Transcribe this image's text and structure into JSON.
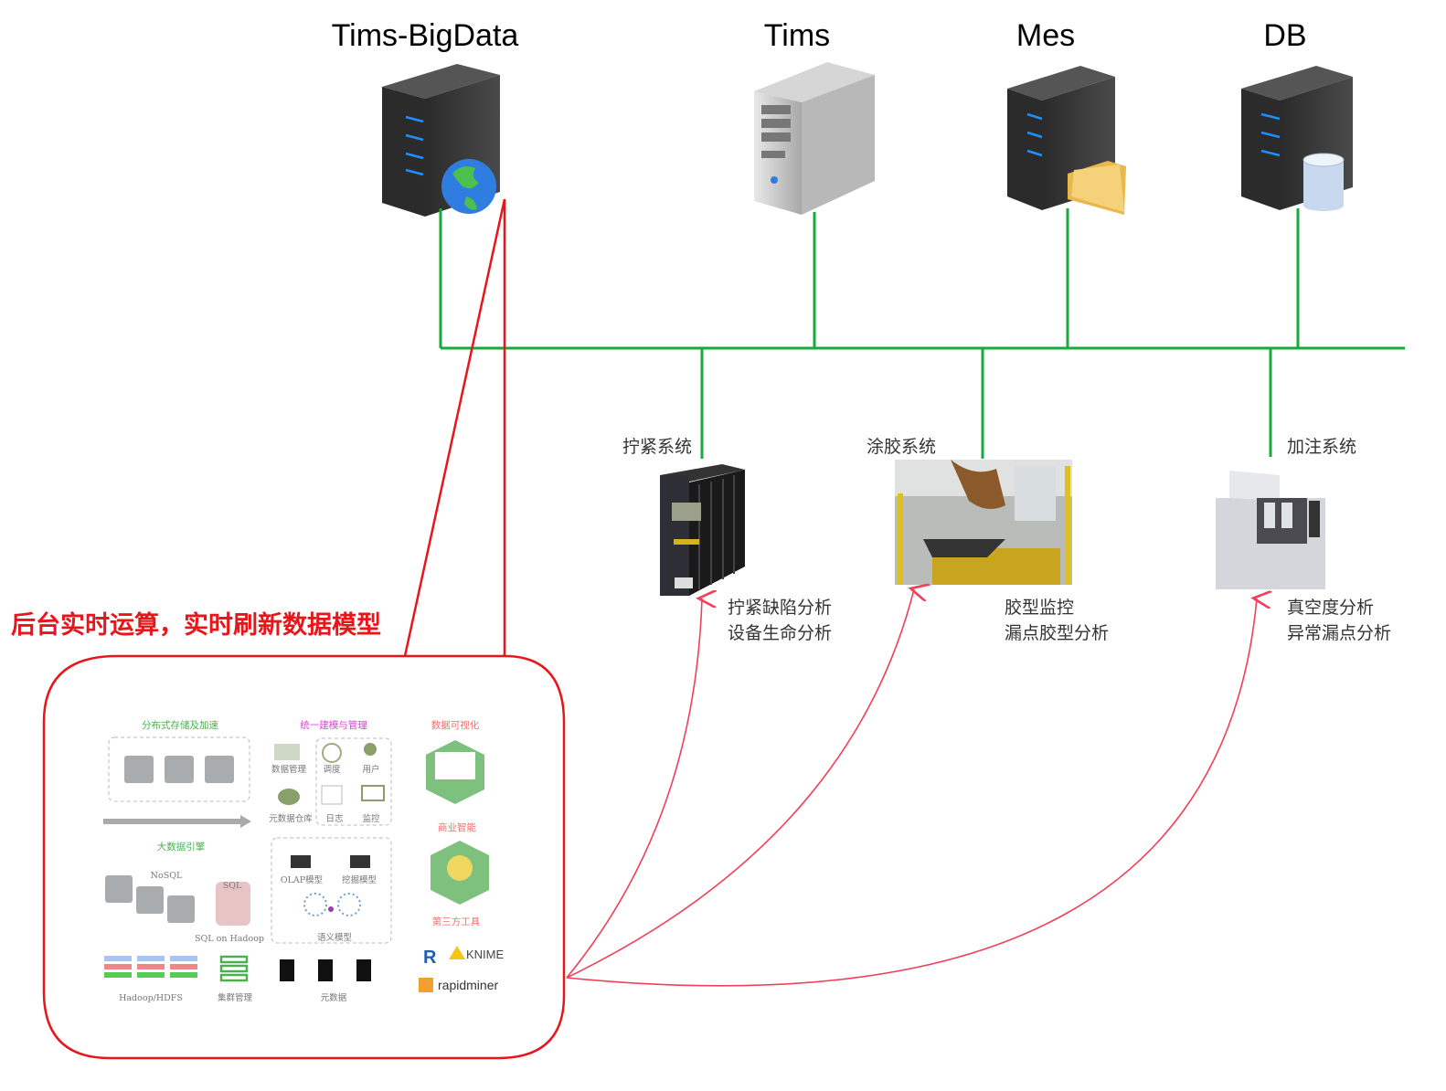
{
  "servers": [
    {
      "label": "Tims-BigData",
      "icon": "server-globe-icon"
    },
    {
      "label": "Tims",
      "icon": "desktop-tower-icon"
    },
    {
      "label": "Mes",
      "icon": "server-folder-icon"
    },
    {
      "label": "DB",
      "icon": "server-database-icon"
    }
  ],
  "systems": [
    {
      "label": "拧紧系统",
      "analysis": [
        "拧紧缺陷分析",
        "设备生命分析"
      ],
      "icon": "tightening-controller-icon"
    },
    {
      "label": "涂胶系统",
      "analysis": [
        "胶型监控",
        "漏点胶型分析"
      ],
      "icon": "gluing-station-photo"
    },
    {
      "label": "加注系统",
      "analysis": [
        "真空度分析",
        "异常漏点分析"
      ],
      "icon": "filling-machine-icon"
    }
  ],
  "callout": "后台实时运算，实时刷新数据模型",
  "panel": {
    "storage_title": "分布式存储及加速",
    "modeling_title": "统一建模与管理",
    "viz_title": "数据可视化",
    "data_mgmt": "数据管理",
    "schedule": "调度",
    "user": "用户",
    "metadata_warehouse": "元数据仓库",
    "log": "日志",
    "monitor": "监控",
    "engine_title": "大数据引擎",
    "nosql": "NoSQL",
    "sql": "SQL",
    "sql_on_hadoop": "SQL on Hadoop",
    "olap": "OLAP模型",
    "mining": "挖掘模型",
    "semantic": "语义模型",
    "bi_title": "商业智能",
    "third_party_title": "第三方工具",
    "hdfs": "Hadoop/HDFS",
    "cluster": "集群管理",
    "metadata": "元数据",
    "tools": [
      "R",
      "KNIME",
      "rapidminer"
    ]
  },
  "colors": {
    "network": "#1aaa3c",
    "callout": "#e8161b",
    "arrow": "#f0405a",
    "storage": "#4caf50",
    "modeling": "#e040e0",
    "viz": "#f07070"
  }
}
